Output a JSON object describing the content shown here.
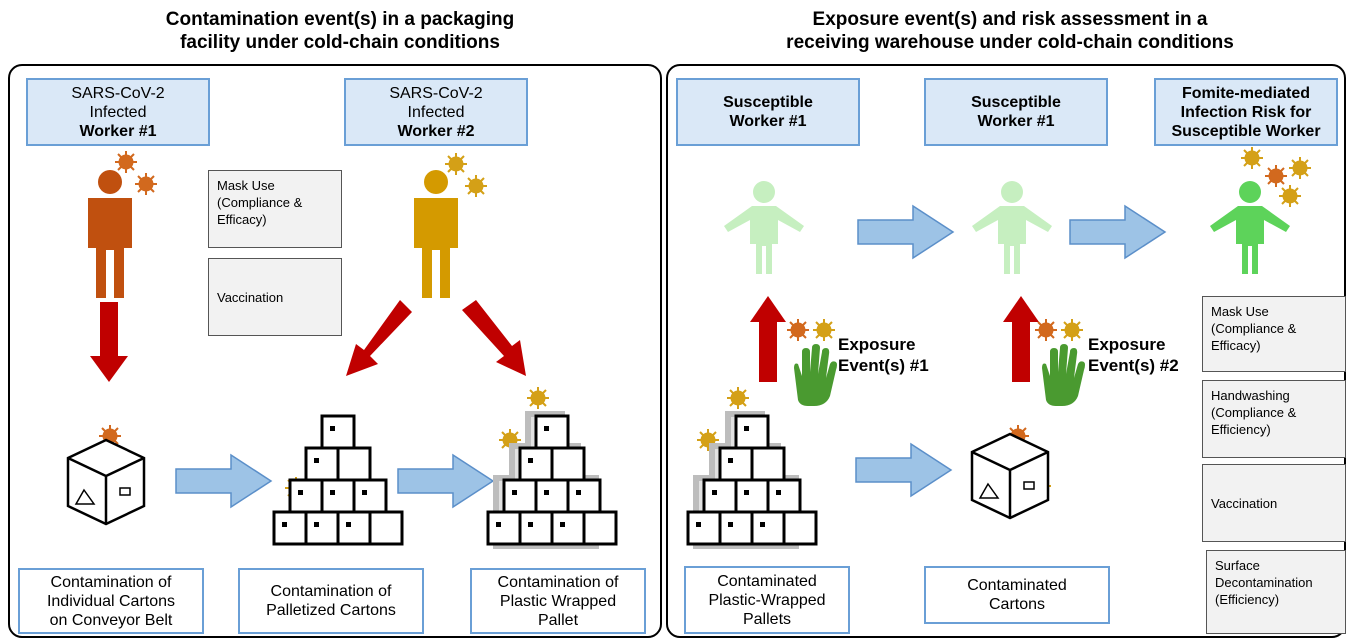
{
  "left_panel": {
    "title_line1": "Contamination event(s) in a packaging",
    "title_line2": "facility under cold-chain conditions",
    "worker1": {
      "line1": "SARS-CoV-2",
      "line2": "Infected",
      "line3": "Worker #1"
    },
    "worker2": {
      "line1": "SARS-CoV-2",
      "line2": "Infected",
      "line3": "Worker #2"
    },
    "mask_use": {
      "line1": "Mask Use",
      "line2": "(Compliance &",
      "line3": "Efficacy)"
    },
    "vaccination": "Vaccination",
    "labels": [
      {
        "line1": "Contamination of",
        "line2": "Individual Cartons",
        "line3": "on Conveyor Belt"
      },
      {
        "line1": "Contamination of",
        "line2": "Palletized Cartons"
      },
      {
        "line1": "Contamination of",
        "line2": "Plastic Wrapped",
        "line3": "Pallet"
      }
    ]
  },
  "right_panel": {
    "title_line1": "Exposure event(s) and risk assessment in a",
    "title_line2": "receiving warehouse under cold-chain conditions",
    "susceptible1": {
      "line1": "Susceptible",
      "line2": "Worker #1"
    },
    "susceptible2": {
      "line1": "Susceptible",
      "line2": "Worker #1"
    },
    "risk": {
      "line1": "Fomite-mediated",
      "line2": "Infection Risk for",
      "line3": "Susceptible Worker"
    },
    "exposure1": {
      "line1": "Exposure",
      "line2": "Event(s) #1"
    },
    "exposure2": {
      "line1": "Exposure",
      "line2": "Event(s) #2"
    },
    "interventions": {
      "mask": {
        "line1": "Mask Use",
        "line2": "(Compliance &",
        "line3": "Efficacy)"
      },
      "handwashing": {
        "line1": "Handwashing",
        "line2": "(Compliance &",
        "line3": "Efficiency)"
      },
      "vaccination": "Vaccination",
      "surface": {
        "line1": "Surface",
        "line2": "Decontamination",
        "line3": "(Efficiency)"
      }
    },
    "labels": [
      {
        "line1": "Contaminated",
        "line2": "Plastic-Wrapped",
        "line3": "Pallets"
      },
      {
        "line1": "Contaminated",
        "line2": "Cartons"
      }
    ]
  },
  "colors": {
    "infected1": "#c0500f",
    "infected2": "#d49a00",
    "susceptible_light": "#c6efc0",
    "susceptible_risk": "#5dd35a",
    "red_arrow": "#c00000",
    "blue_arrow": "#9dc3e6",
    "virus_orange": "#d2691e",
    "virus_gold": "#d4a017",
    "hand_green": "#4a9a30"
  }
}
